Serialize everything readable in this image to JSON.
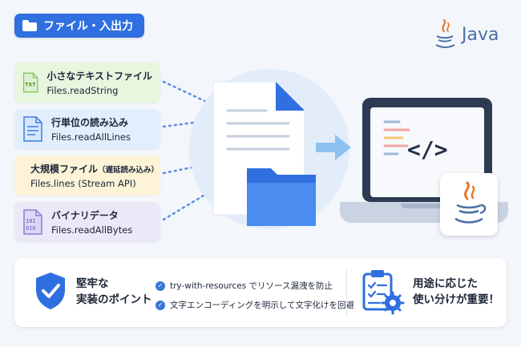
{
  "header": {
    "badge_label": "ファイル・入出力",
    "icon": "folder-icon"
  },
  "logo": {
    "text": "Java",
    "icon": "java-cup-icon"
  },
  "methods": [
    {
      "title": "小さなテキストファイル",
      "api": "Files.readString",
      "icon": "txt-file-icon",
      "color": "#7cc35a"
    },
    {
      "title": "行単位の読み込み",
      "api": "Files.readAllLines",
      "icon": "document-lines-icon",
      "color": "#3a7fe0"
    },
    {
      "title_main": "大規模ファイル",
      "title_sub": "（遅延読み込み）",
      "api": "Files.lines (Stream API)",
      "icon": "database-icon",
      "color": "#f2c23a"
    },
    {
      "title": "バイナリデータ",
      "api": "Files.readAllBytes",
      "icon": "binary-file-icon",
      "color": "#8c7fd6"
    }
  ],
  "illustration": {
    "code_glyph": "</>",
    "icons": [
      "document-icon",
      "folder-icon",
      "arrow-right-icon",
      "laptop-icon",
      "java-cup-icon"
    ]
  },
  "key_points": {
    "title_line1": "堅牢な",
    "title_line2": "実装のポイント",
    "icon": "shield-check-icon",
    "items": [
      "try-with-resources でリソース漏洩を防止",
      "文字エンコーディングを明示して文字化けを回避"
    ]
  },
  "usage": {
    "line1": "用途に応じた",
    "line2": "使い分けが重要！",
    "icon": "checklist-gear-icon"
  },
  "colors": {
    "accent": "#2f6fe0",
    "navy": "#2d3b52",
    "background": "#f3f6fb"
  }
}
